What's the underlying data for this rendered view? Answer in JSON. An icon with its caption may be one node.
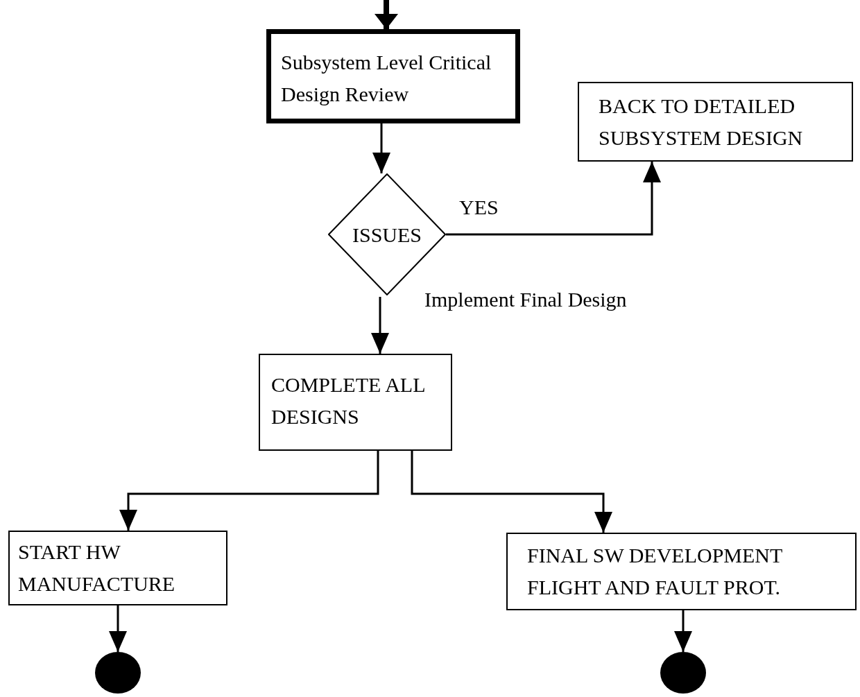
{
  "diagram": {
    "nodes": [
      {
        "text": [
          "Subsystem Level Critical Design Review"
        ]
      },
      {
        "text": [
          "BACK TO DETAILED SUBSYSTEM DESIGN"
        ]
      },
      {
        "text": [
          "ISSUES"
        ]
      },
      {
        "text": [
          "COMPLETE ALL DESIGNS"
        ]
      },
      {
        "text": [
          "START HW MANUFACTURE"
        ]
      },
      {
        "text": [
          "FINAL SW DEVELOPMENT FLIGHT AND FAULT PROT."
        ]
      },
      {
        "text": [],
        "shape": "ellipse"
      },
      {
        "text": [],
        "shape": "ellipse"
      }
    ],
    "edges": [
      {
        "from": null,
        "to": 0,
        "arrow": "to",
        "style": "thick"
      },
      {
        "from": 0,
        "to": 2,
        "arrow": "to"
      },
      {
        "from": 2,
        "to": 1,
        "arrow": "to",
        "label": "YES"
      },
      {
        "from": 2,
        "to": 3,
        "arrow": "to",
        "label": "Implement Final Design"
      },
      {
        "from": 3,
        "to": 4,
        "arrow": "to"
      },
      {
        "from": 3,
        "to": 5,
        "arrow": "to"
      },
      {
        "from": 4,
        "to": 6,
        "arrow": "to"
      },
      {
        "from": 5,
        "to": 7,
        "arrow": "to"
      }
    ]
  }
}
